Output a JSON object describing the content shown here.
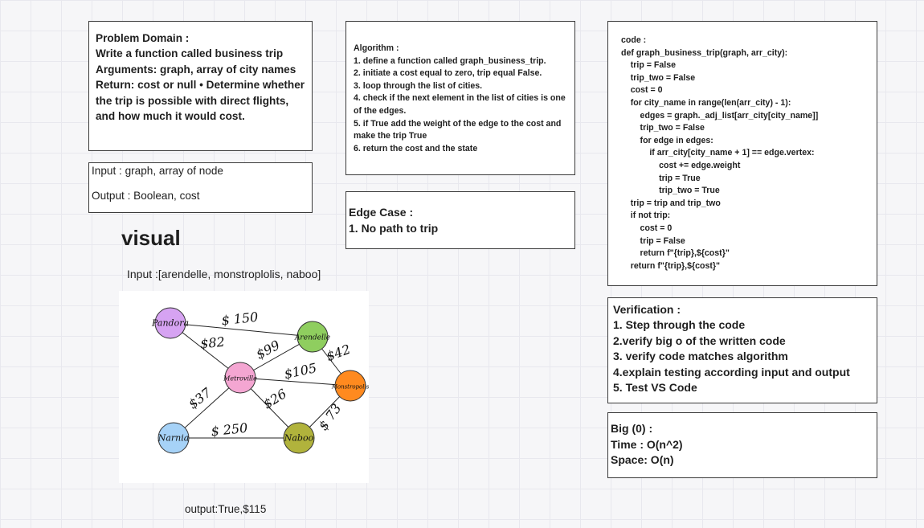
{
  "problem": {
    "heading": "Problem Domain :",
    "lines": [
      "Write a function called business trip",
      "Arguments: graph, array of city names Return: cost or null • Determine whether the trip is possible with direct flights, and how much it would cost."
    ]
  },
  "io": {
    "input": "Input : graph, array of node",
    "output": "Output : Boolean, cost"
  },
  "visual": {
    "heading": "visual",
    "input": "Input :[arendelle, monstroplolis, naboo]",
    "output": "output:True,$115"
  },
  "graph": {
    "nodes": [
      {
        "id": "pandora",
        "label": "Pandora",
        "color": "#d6a3f2"
      },
      {
        "id": "arendelle",
        "label": "Arendelle",
        "color": "#8fce5f"
      },
      {
        "id": "metroville",
        "label": "Metroville",
        "color": "#f4a6d2"
      },
      {
        "id": "monstropolis",
        "label": "Monstropolis",
        "color": "#ff8a1f"
      },
      {
        "id": "narnia",
        "label": "Narnia",
        "color": "#a6d2f7"
      },
      {
        "id": "naboo",
        "label": "Naboo",
        "color": "#b1b33c"
      }
    ],
    "edges": [
      {
        "from": "pandora",
        "to": "arendelle",
        "weight": "$ 150"
      },
      {
        "from": "pandora",
        "to": "metroville",
        "weight": "$82"
      },
      {
        "from": "metroville",
        "to": "arendelle",
        "weight": "$99"
      },
      {
        "from": "arendelle",
        "to": "monstropolis",
        "weight": "$42"
      },
      {
        "from": "metroville",
        "to": "monstropolis",
        "weight": "$105"
      },
      {
        "from": "metroville",
        "to": "narnia",
        "weight": "$37"
      },
      {
        "from": "metroville",
        "to": "naboo",
        "weight": "$26"
      },
      {
        "from": "monstropolis",
        "to": "naboo",
        "weight": "$ 73"
      },
      {
        "from": "narnia",
        "to": "naboo",
        "weight": "$ 250"
      }
    ]
  },
  "algorithm": {
    "heading": "Algorithm :",
    "steps": [
      "1. define a function called graph_business_trip.",
      "2. initiate a cost equal to zero, trip equal False.",
      "3. loop through the list of cities.",
      "4. check if the next element in the list of cities is one of the edges.",
      "5. if True add the weight of the edge to the cost and make the trip True",
      "6. return the cost and the state"
    ]
  },
  "edge_case": {
    "heading": "Edge Case :",
    "items": [
      "1. No path to trip"
    ]
  },
  "code": {
    "heading": "code :",
    "lines": [
      "def graph_business_trip(graph, arr_city):",
      "    trip = False",
      "    trip_two = False",
      "    cost = 0",
      "    for city_name in range(len(arr_city) - 1):",
      "        edges = graph._adj_list[arr_city[city_name]]",
      "        trip_two = False",
      "        for edge in edges:",
      "            if arr_city[city_name + 1] == edge.vertex:",
      "                cost += edge.weight",
      "                trip = True",
      "                trip_two = True",
      "    trip = trip and trip_two",
      "    if not trip:",
      "        cost = 0",
      "        trip = False",
      "        return f\"{trip},${cost}\"",
      "    return f\"{trip},${cost}\""
    ]
  },
  "verification": {
    "heading": "Verification :",
    "items": [
      "1. Step through the code",
      "2.verify big o of the written code",
      "3. verify code matches algorithm",
      "4.explain testing according input and output",
      "5. Test VS Code"
    ]
  },
  "big_o": {
    "heading": "Big (0) :",
    "time": "Time : O(n^2)",
    "space": "Space: O(n)"
  }
}
